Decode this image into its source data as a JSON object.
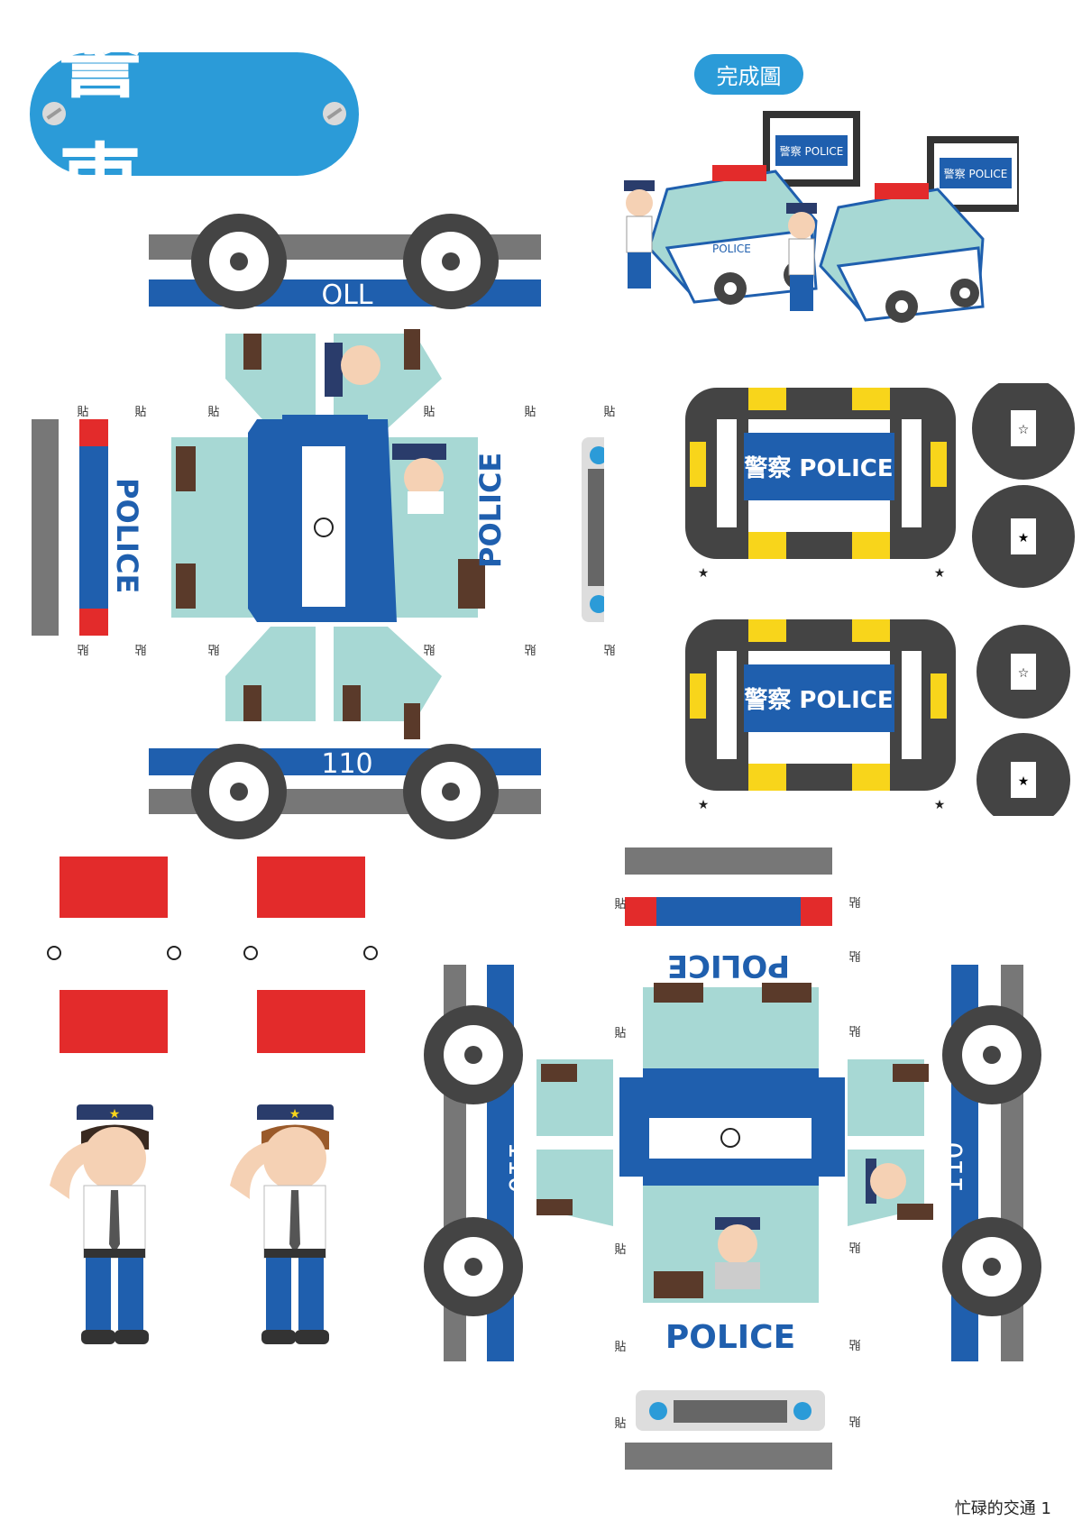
{
  "title": "警 車",
  "completed_label": "完成圖",
  "footer": "忙碌的交通 1",
  "paste_label": "貼",
  "car_number": "110",
  "car_number_mirrored": "OLL",
  "police_text": "POLICE",
  "sign_text": "警察 POLICE",
  "colors": {
    "title_blue": "#2b9bd8",
    "police_blue": "#1f5fae",
    "body_teal": "#a7d8d4",
    "tire_dark": "#444444",
    "siren_red": "#e32b2b",
    "stripe_yellow": "#f8d51b",
    "bumper_gray": "#777777"
  }
}
